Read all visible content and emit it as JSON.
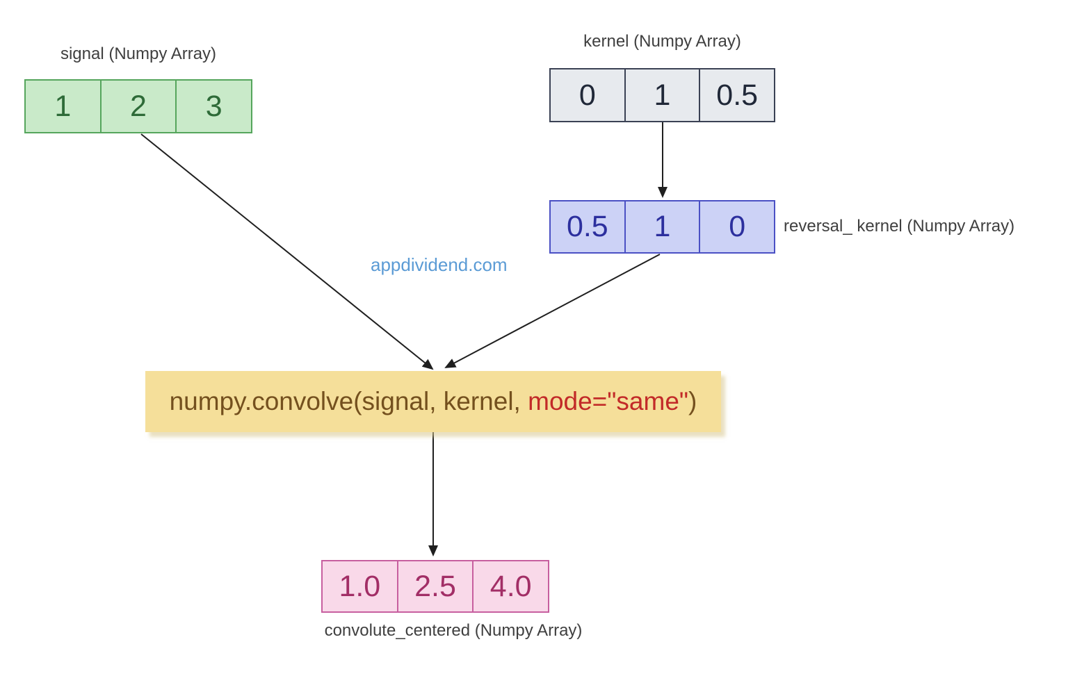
{
  "watermark": "appdividend.com",
  "arrays": {
    "signal": {
      "label": "signal (Numpy Array)",
      "values": [
        "1",
        "2",
        "3"
      ],
      "fill": "#c9eac9",
      "border": "#55a55c",
      "text_color": "#2e6b38"
    },
    "kernel": {
      "label": "kernel (Numpy Array)",
      "values": [
        "0",
        "1",
        "0.5"
      ],
      "fill": "#e7eaee",
      "border": "#3a4154",
      "text_color": "#202838"
    },
    "reversal_kernel": {
      "label": "reversal_ kernel (Numpy Array)",
      "values": [
        "0.5",
        "1",
        "0"
      ],
      "fill": "#ccd2f6",
      "border": "#4a50c4",
      "text_color": "#2c2f9e"
    },
    "convolute_centered": {
      "label": "convolute_centered (Numpy Array)",
      "values": [
        "1.0",
        "2.5",
        "4.0"
      ],
      "fill": "#f9d9e9",
      "border": "#c75f9f",
      "text_color": "#a22e66"
    }
  },
  "function_box": {
    "code_prefix": "numpy.convolve(signal, kernel, ",
    "code_highlight": "mode=\"same\"",
    "code_suffix": ")",
    "fill": "#f5df9a",
    "prefix_color": "#74501e",
    "highlight_color": "#c22a28"
  },
  "colors": {
    "arrow": "#1f1f1f",
    "label": "#3f3f3f",
    "watermark": "#5b9bd5",
    "background": "#ffffff"
  }
}
